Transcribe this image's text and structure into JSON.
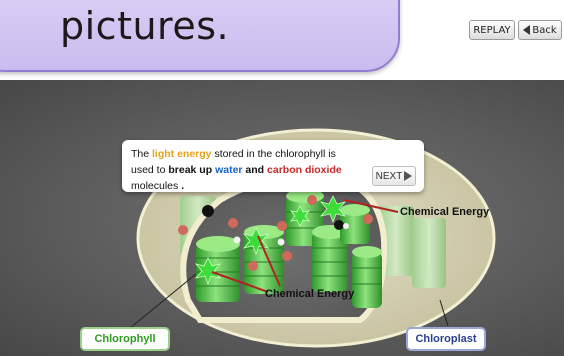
{
  "caption": {
    "text": "pictures."
  },
  "controls": {
    "replay_label": "REPLAY",
    "back_label": "Back"
  },
  "callout": {
    "segments": [
      {
        "text": "The ",
        "style": "plain"
      },
      {
        "text": "light energy",
        "style": "yellow"
      },
      {
        "text": " stored in the chlorophyll is used to ",
        "style": "plain"
      },
      {
        "text": "break up ",
        "style": "bold"
      },
      {
        "text": "water",
        "style": "blue"
      },
      {
        "text": " and ",
        "style": "bold"
      },
      {
        "text": "carbon dioxide",
        "style": "red"
      },
      {
        "text": " molecules",
        "style": "plain"
      },
      {
        "text": " .",
        "style": "bold"
      }
    ],
    "next_label": "NEXT"
  },
  "labels": {
    "chemical_energy_1": "Chemical Energy",
    "chemical_energy_2": "Chemical Energy",
    "chlorophyll": "Chlorophyll",
    "chloroplast": "Chloroplast"
  },
  "colors": {
    "caption_bg": "#c9bcef",
    "caption_border": "#8f7fd0",
    "scene_bg": "#5c5c5c",
    "thylakoid_green": "#4fc24a",
    "light_energy": "#e3a21a",
    "water": "#1565c0",
    "carbon_dioxide": "#c62828",
    "pointer_line": "#b22222"
  },
  "icons": {
    "back": "triangle-left-icon",
    "next": "triangle-right-icon"
  }
}
